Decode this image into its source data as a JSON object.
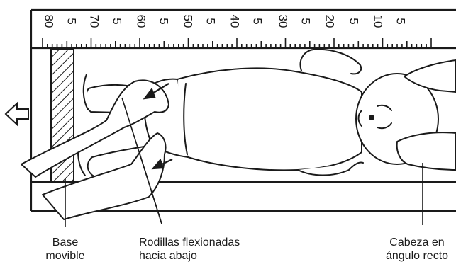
{
  "figure": {
    "ruler_labels": [
      "80",
      "5",
      "70",
      "5",
      "60",
      "5",
      "50",
      "5",
      "40",
      "5",
      "30",
      "5",
      "20",
      "5",
      "10",
      "5"
    ],
    "callouts": {
      "base": [
        "Base",
        "movible"
      ],
      "knees": [
        "Rodillas flexionadas",
        "hacia abajo"
      ],
      "head": [
        "Cabeza en",
        "ángulo recto"
      ]
    },
    "icons": [
      "direction-arrow-left-icon"
    ]
  }
}
